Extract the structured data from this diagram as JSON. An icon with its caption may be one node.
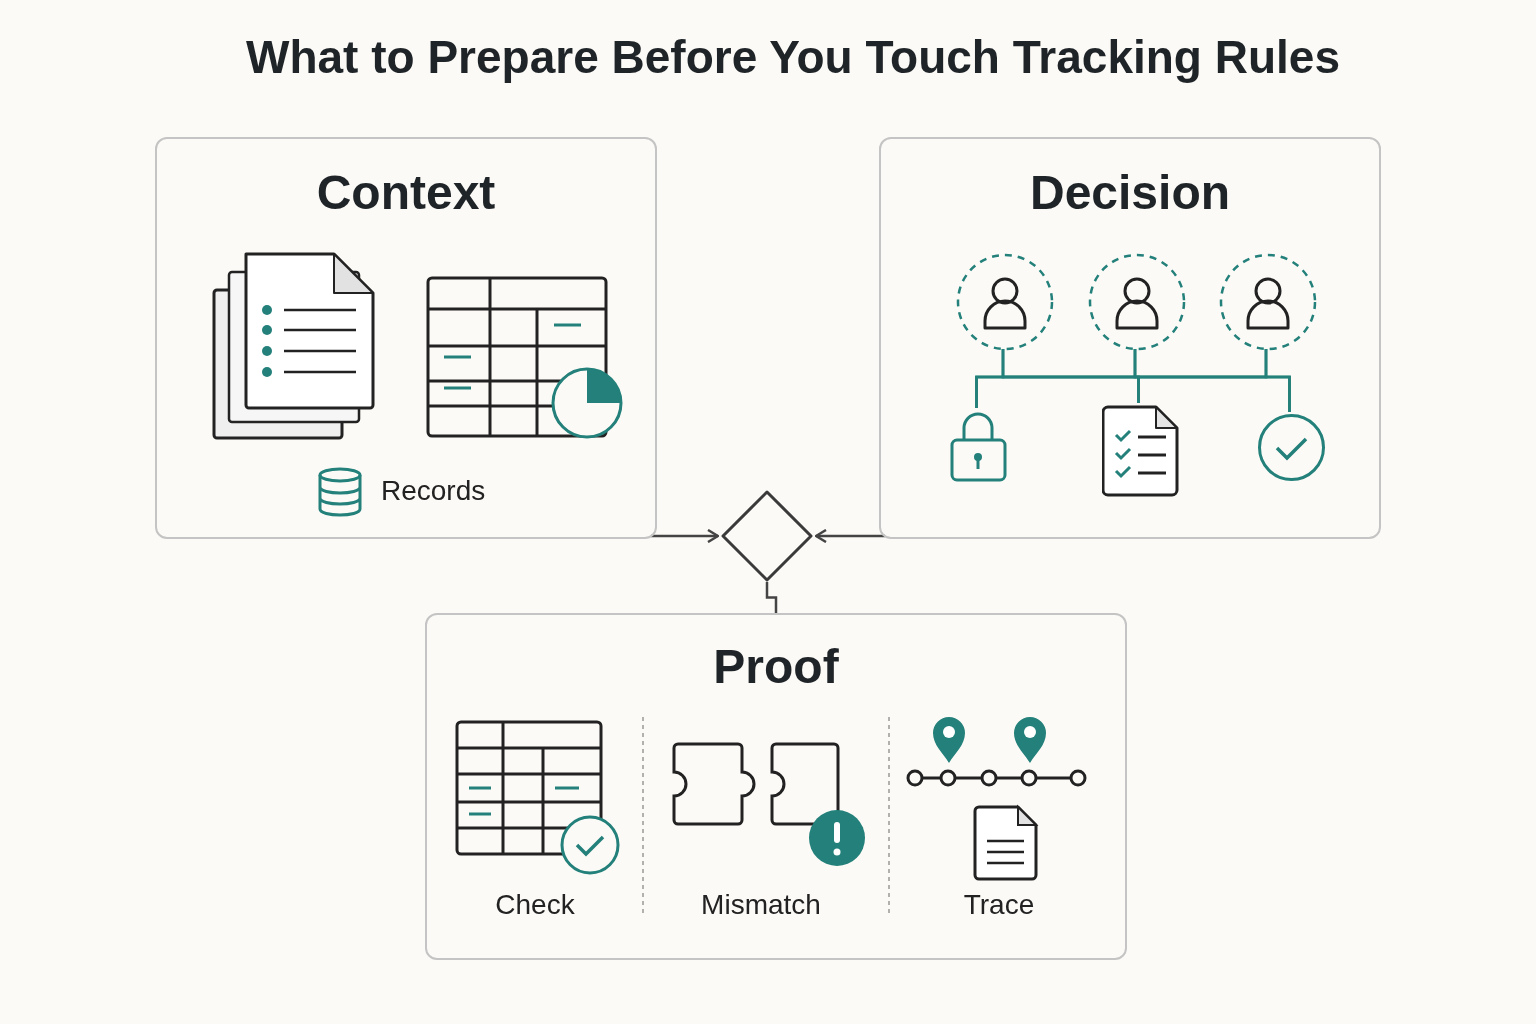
{
  "diagram": {
    "title": "What to Prepare Before You Touch Tracking Rules",
    "nodes": [
      {
        "text": [
          "Context",
          "Records"
        ]
      },
      {
        "text": [
          "Decision"
        ]
      },
      {
        "text": [],
        "shape": "circle",
        "in": 1
      },
      {
        "text": [],
        "shape": "circle",
        "in": 1
      },
      {
        "text": [],
        "shape": "circle",
        "in": 1
      },
      {
        "text": [],
        "shape": "lock",
        "in": 1
      },
      {
        "text": [],
        "shape": "document",
        "in": 1
      },
      {
        "text": [],
        "shape": "circle",
        "in": 1
      },
      {
        "text": [],
        "shape": "diamond"
      },
      {
        "text": [
          "Proof",
          "Check",
          "Mismatch",
          "Trace"
        ]
      }
    ],
    "edges": [
      {
        "from": 2,
        "to": 5,
        "arrow": "none"
      },
      {
        "from": 2,
        "to": 6,
        "arrow": "none"
      },
      {
        "from": 2,
        "to": 7,
        "arrow": "none"
      },
      {
        "from": 3,
        "to": 5,
        "arrow": "none"
      },
      {
        "from": 3,
        "to": 6,
        "arrow": "none"
      },
      {
        "from": 3,
        "to": 7,
        "arrow": "none"
      },
      {
        "from": 4,
        "to": 5,
        "arrow": "none"
      },
      {
        "from": 4,
        "to": 6,
        "arrow": "none"
      },
      {
        "from": 4,
        "to": 7,
        "arrow": "none"
      },
      {
        "from": 0,
        "to": 8,
        "arrow": "to",
        "color": "#444444"
      },
      {
        "from": 1,
        "to": 8,
        "arrow": "to",
        "color": "#444444"
      },
      {
        "from": 8,
        "to": 9,
        "arrow": "none",
        "color": "#444444"
      }
    ]
  }
}
